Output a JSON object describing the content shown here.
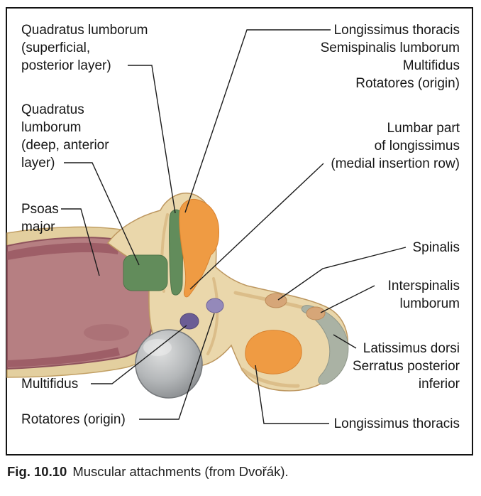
{
  "figure": {
    "caption_number": "Fig. 10.10",
    "caption_text": "Muscular attachments (from Dvořák)."
  },
  "labels": {
    "ql_superficial": "Quadratus lumborum\n(superficial,\nposterior layer)",
    "ql_deep": "Quadratus\nlumborum\n(deep, anterior\nlayer)",
    "psoas": "Psoas\nmajor",
    "multifidus": "Multifidus",
    "rotatores": "Rotatores (origin)",
    "longissimus_group": "Longissimus thoracis\nSemispinalis lumborum\nMultifidus\nRotatores (origin)",
    "lumbar_longissimus": "Lumbar part\nof longissimus\n(medial insertion row)",
    "spinalis": "Spinalis",
    "interspinalis": "Interspinalis\nlumborum",
    "latissimus": "Latissimus dorsi\nSerratus posterior\ninferior",
    "longissimus_thoracis": "Longissimus thoracis"
  },
  "colors": {
    "bone": "#ead7ab",
    "bone_base": "#e3cf9f",
    "body_pink": "#b67f82",
    "body_pink_dark": "#9b5b64",
    "green": "#628c5b",
    "orange": "#ef9b43",
    "purple_dark": "#6b5d95",
    "purple_light": "#9489ba",
    "gray_ball": "#b4b7b9",
    "gray_green": "#aab2a4",
    "tan_oval": "#d6a678",
    "leader": "#1c1c1c"
  }
}
